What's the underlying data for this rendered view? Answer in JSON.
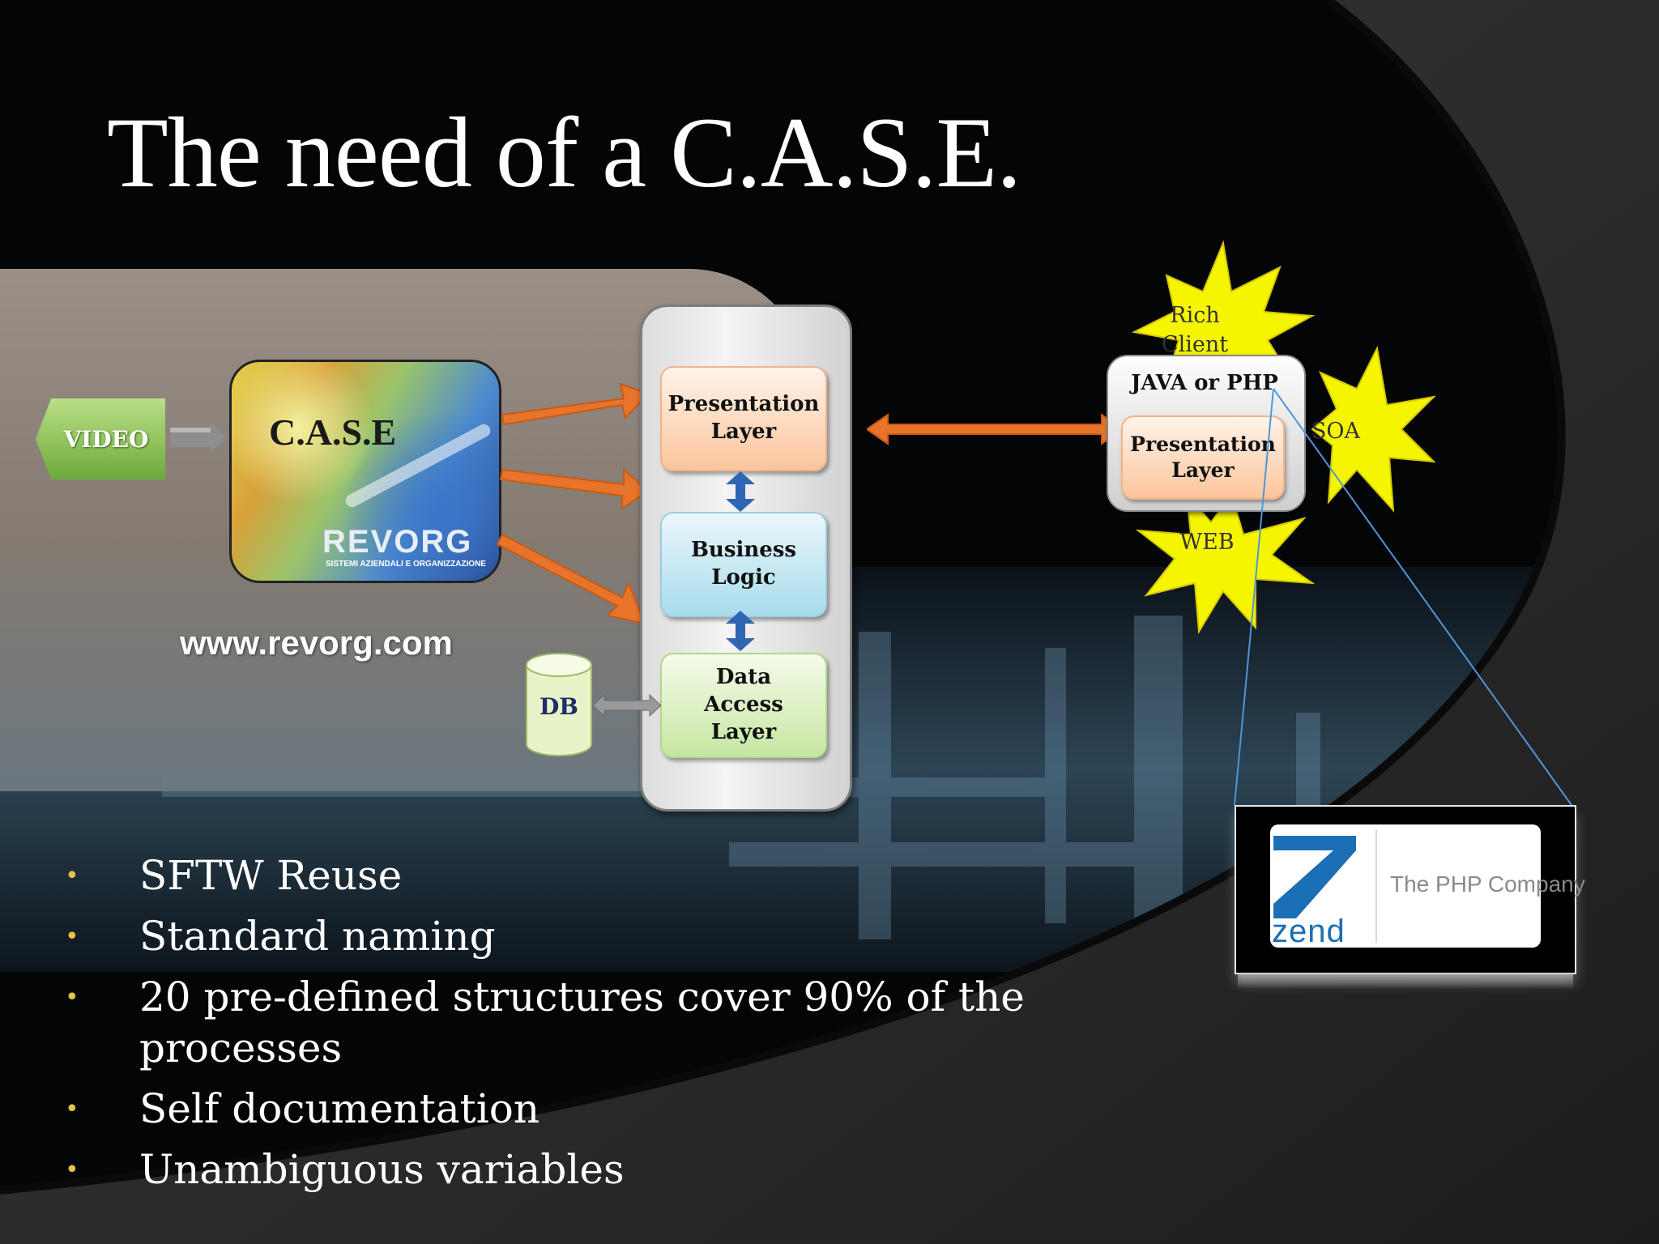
{
  "title": "The need of a C.A.S.E.",
  "revorg": {
    "video_label": "VIDEO",
    "case_label": "C.A.S.E",
    "logo_text": "REVORG",
    "logo_subtitle": "SISTEMI AZIENDALI E ORGANIZZAZIONE",
    "url": "www.revorg.com"
  },
  "tiers": {
    "presentation": "Presentation\nLayer",
    "business": "Business\nLogic",
    "data_access": "Data\nAccess\nLayer",
    "db": "DB"
  },
  "client": {
    "java_php": "JAVA or PHP",
    "presentation": "Presentation\nLayer",
    "rich_client": "Rich\nClient",
    "soa": "SOA",
    "web": "WEB"
  },
  "zend": {
    "word": "zend",
    "tagline": "The PHP Company"
  },
  "bullets": [
    "SFTW Reuse",
    "Standard naming",
    "20 pre-defined structures cover 90% of the processes",
    "Self documentation",
    "Unambiguous variables"
  ],
  "colors": {
    "bullet": "#e5c34a",
    "arrow_orange": "#e8742a",
    "burst_yellow": "#f5f500"
  }
}
